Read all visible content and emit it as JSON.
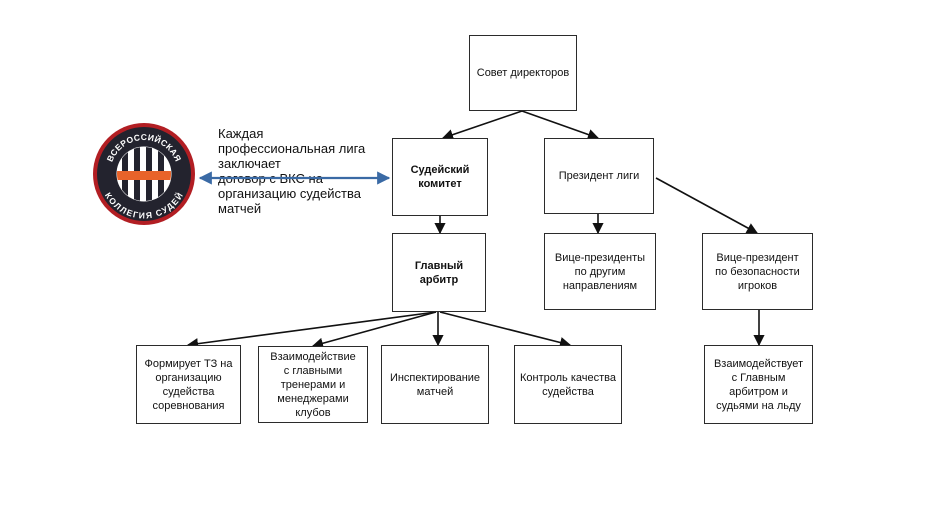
{
  "colors": {
    "box_border": "#2b2b2b",
    "arrow": "#111111",
    "link_arrow": "#3a6aa5",
    "logo_ring": "#23232e",
    "logo_red": "#b21e23",
    "logo_orange": "#e8632a"
  },
  "logo": {
    "text": "ВСЕРОССИЙСКАЯ КОЛЛЕГИЯ СУДЕЙ"
  },
  "note": {
    "text": "Каждая\nпрофессиональная лига\nзаключает\nдоговор с ВКС на\nорганизацию судейства\nматчей"
  },
  "nodes": {
    "board": "Совет директоров",
    "referee_committee": "Судейский\nкомитет",
    "league_president": "Президент лиги",
    "chief_referee": "Главный арбитр",
    "vp_other": "Вице-президенты\nпо другим\nнаправлениям",
    "vp_safety": "Вице-президент\nпо безопасности\nигроков",
    "tz": "Формирует ТЗ на\nорганизацию\nсудейства\nсоревнования",
    "interaction_clubs": "Взаимодействие\nс главными\nтренерами и\nменеджерами\nклубов",
    "inspection": "Инспектирование\nматчей",
    "quality": "Контроль качества\nсудейства",
    "interaction_refs": "Взаимодействует\nс Главным\nарбитром и\nсудьями на льду"
  }
}
